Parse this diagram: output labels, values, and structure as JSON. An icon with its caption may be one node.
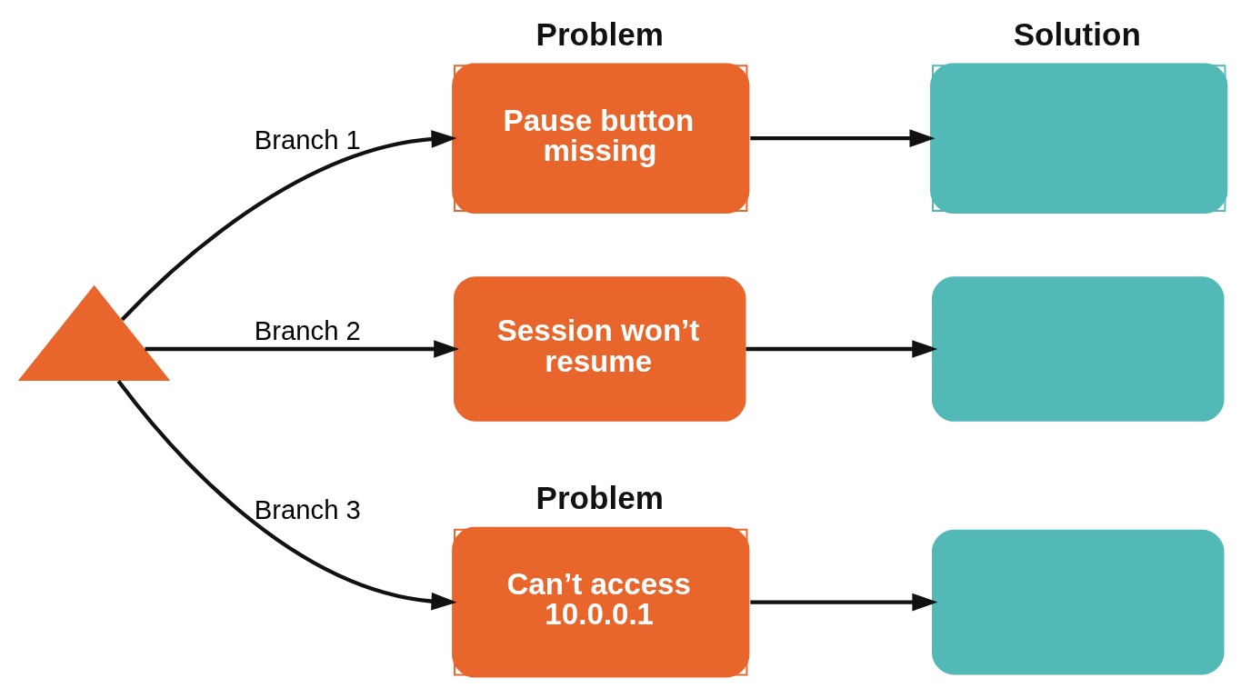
{
  "diagram": {
    "nodes": [
      {
        "text": [],
        "shape": "triangle"
      },
      {
        "text": [
          "Problem",
          "Pause button missing"
        ]
      },
      {
        "text": [
          "Solution"
        ]
      },
      {
        "text": [
          "Session won’t resume"
        ]
      },
      {
        "text": [],
        "shape": "box"
      },
      {
        "text": [
          "Problem",
          "Can’t access 10.0.0.1"
        ]
      },
      {
        "text": [],
        "shape": "box"
      }
    ],
    "edges": [
      {
        "from": 0,
        "to": 1,
        "arrow": "to",
        "label": "Branch 1"
      },
      {
        "from": 0,
        "to": 3,
        "arrow": "to",
        "label": "Branch 2"
      },
      {
        "from": 0,
        "to": 5,
        "arrow": "to",
        "label": "Branch 3"
      },
      {
        "from": 1,
        "to": 2,
        "arrow": "to"
      },
      {
        "from": 3,
        "to": 4,
        "arrow": "to"
      },
      {
        "from": 5,
        "to": 6,
        "arrow": "to"
      }
    ]
  }
}
